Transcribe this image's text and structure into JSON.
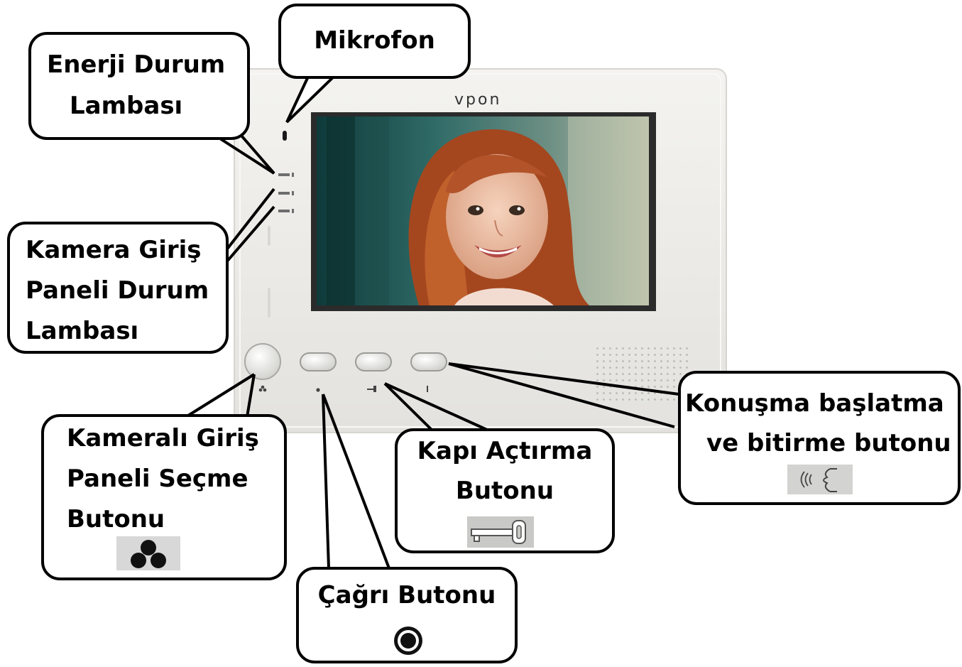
{
  "brand": "VPON",
  "callouts": {
    "mikrofon": "Mikrofon",
    "enerji": [
      "Enerji Durum",
      "Lambası"
    ],
    "kamera_giris": [
      "Kamera Giriş",
      "Paneli Durum",
      "Lambası"
    ],
    "kamerali_secme": [
      "Kameralı Giriş",
      "Paneli Seçme",
      "Butonu"
    ],
    "cagri": "Çağrı Butonu",
    "kapi": [
      "Kapı Açtırma",
      "Butonu"
    ],
    "konusma": [
      "Konuşma başlatma",
      "ve bitirme butonu"
    ]
  },
  "icons": {
    "selector": "three-circles-icon",
    "call": "circle-button-icon",
    "door": "key-icon",
    "talk": "speaking-face-icon"
  },
  "colors": {
    "outline": "#000000",
    "device_body": "#ecebe7",
    "screen_frame": "#2b2b2b"
  }
}
